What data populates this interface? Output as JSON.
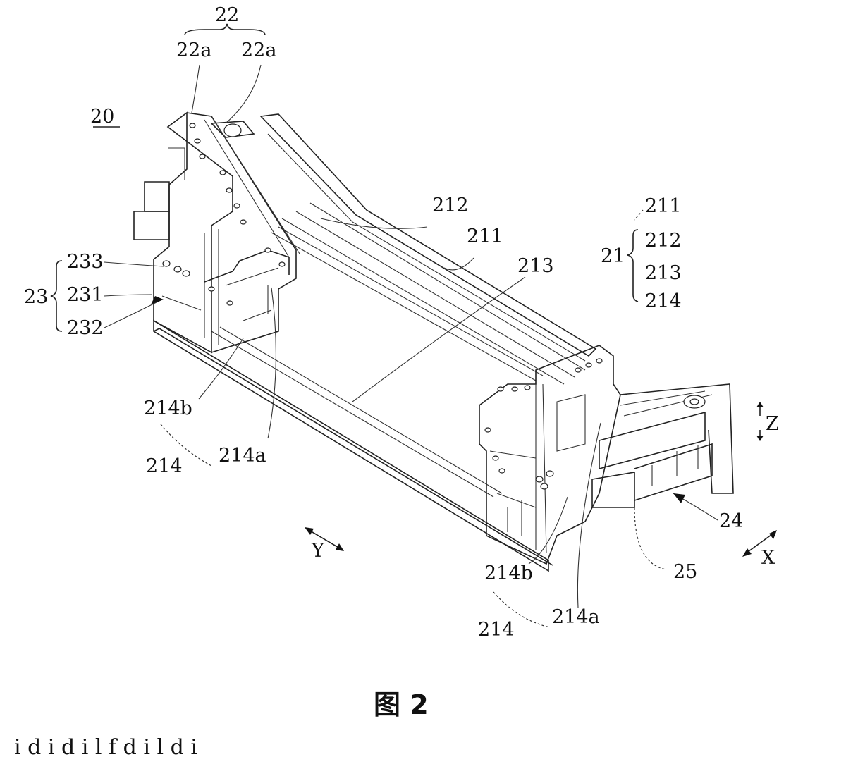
{
  "figure": {
    "caption": "图 2",
    "bottom_text": "i        d                 i           d                                   i   l f                d    i   l    d  i"
  },
  "labels": {
    "l20": "20",
    "l22": "22",
    "l22a_left": "22a",
    "l22a_right": "22a",
    "l212_top": "212",
    "l211_mid": "211",
    "l213": "213",
    "l233": "233",
    "l231": "231",
    "l232": "232",
    "l23": "23",
    "l214b_left": "214b",
    "l214_left": "214",
    "l214a_left": "214a",
    "l214b_right": "214b",
    "l214a_right": "214a",
    "l214_right": "214",
    "l24": "24",
    "l25": "25",
    "legend_21": "21",
    "legend_211": "211",
    "legend_212": "212",
    "legend_213": "213",
    "legend_214": "214",
    "axis_x": "X",
    "axis_y": "Y",
    "axis_z": "Z"
  },
  "colors": {
    "line": "#222222",
    "background": "#ffffff"
  }
}
